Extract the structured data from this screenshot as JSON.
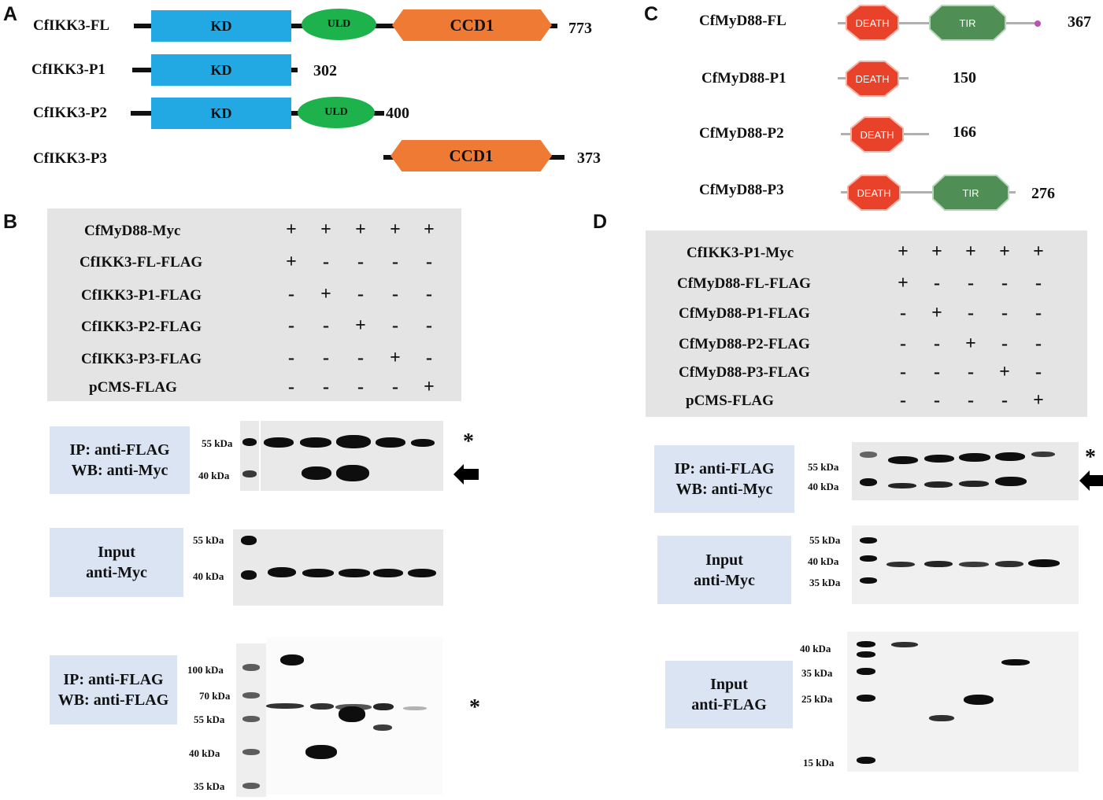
{
  "panels": {
    "a": "A",
    "b": "B",
    "c": "C",
    "d": "D"
  },
  "panelA": {
    "constructs": [
      {
        "name": "CfIKK3-FL",
        "end": "773"
      },
      {
        "name": "CfIKK3-P1",
        "end": "302"
      },
      {
        "name": "CfIKK3-P2",
        "end": "400"
      },
      {
        "name": "CfIKK3-P3",
        "end": "373"
      }
    ],
    "domains": {
      "kd": "KD",
      "uld": "ULD",
      "ccd": "CCD1"
    }
  },
  "panelC": {
    "constructs": [
      {
        "name": "CfMyD88-FL",
        "end": "367"
      },
      {
        "name": "CfMyD88-P1",
        "end": "150"
      },
      {
        "name": "CfMyD88-P2",
        "end": "166"
      },
      {
        "name": "CfMyD88-P3",
        "end": "276"
      }
    ],
    "domains": {
      "death": "DEATH",
      "tir": "TIR"
    },
    "colors": {
      "death": "#e8432a",
      "tir": "#4f8f55",
      "linker": "#b0b0b0",
      "dot": "#c050b0"
    }
  },
  "panelB": {
    "rows": [
      "CfMyD88-Myc",
      "CfIKK3-FL-FLAG",
      "CfIKK3-P1-FLAG",
      "CfIKK3-P2-FLAG",
      "CfIKK3-P3-FLAG",
      "pCMS-FLAG"
    ],
    "grid": [
      [
        "+",
        "+",
        "+",
        "+",
        "+"
      ],
      [
        "+",
        "-",
        "-",
        "-",
        "-"
      ],
      [
        "-",
        "+",
        "-",
        "-",
        "-"
      ],
      [
        "-",
        "-",
        "+",
        "-",
        "-"
      ],
      [
        "-",
        "-",
        "-",
        "+",
        "-"
      ],
      [
        "-",
        "-",
        "-",
        "-",
        "+"
      ]
    ],
    "blots": [
      {
        "box": [
          "IP: anti-FLAG",
          "WB: anti-Myc"
        ],
        "markers": [
          "55 kDa",
          "40 kDa"
        ],
        "star": "*"
      },
      {
        "box": [
          "Input",
          "anti-Myc"
        ],
        "markers": [
          "55 kDa",
          "40 kDa"
        ]
      },
      {
        "box": [
          "IP: anti-FLAG",
          "WB: anti-FLAG"
        ],
        "markers": [
          "100 kDa",
          "70 kDa",
          "55 kDa",
          "40 kDa",
          "35 kDa"
        ],
        "star": "*"
      }
    ]
  },
  "panelD": {
    "rows": [
      "CfIKK3-P1-Myc",
      "CfMyD88-FL-FLAG",
      "CfMyD88-P1-FLAG",
      "CfMyD88-P2-FLAG",
      "CfMyD88-P3-FLAG",
      "pCMS-FLAG"
    ],
    "grid": [
      [
        "+",
        "+",
        "+",
        "+",
        "+"
      ],
      [
        "+",
        "-",
        "-",
        "-",
        "-"
      ],
      [
        "-",
        "+",
        "-",
        "-",
        "-"
      ],
      [
        "-",
        "-",
        "+",
        "-",
        "-"
      ],
      [
        "-",
        "-",
        "-",
        "+",
        "-"
      ],
      [
        "-",
        "-",
        "-",
        "-",
        "+"
      ]
    ],
    "blots": [
      {
        "box": [
          "IP: anti-FLAG",
          "WB: anti-Myc"
        ],
        "markers": [
          "55 kDa",
          "40 kDa"
        ],
        "star": "*"
      },
      {
        "box": [
          "Input",
          "anti-Myc"
        ],
        "markers": [
          "55 kDa",
          "40 kDa",
          "35 kDa"
        ]
      },
      {
        "box": [
          "Input",
          "anti-FLAG"
        ],
        "markers": [
          "40 kDa",
          "35 kDa",
          "25 kDa",
          "15 kDa"
        ]
      }
    ]
  }
}
